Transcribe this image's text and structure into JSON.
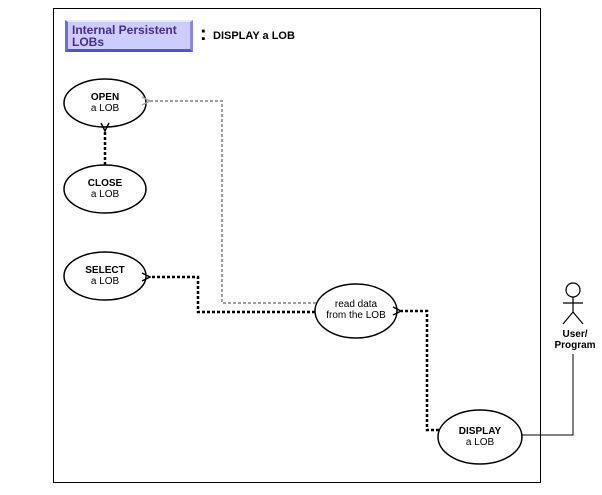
{
  "header": {
    "category_line1": "Internal Persistent",
    "category_line2": "LOBs",
    "separator": ":",
    "title": "DISPLAY a LOB"
  },
  "use_cases": {
    "open": {
      "line1": "OPEN",
      "line2": "a LOB"
    },
    "close": {
      "line1": "CLOSE",
      "line2": "a LOB"
    },
    "select": {
      "line1": "SELECT",
      "line2": "a LOB"
    },
    "read": {
      "line1": "read data",
      "line2": "from the LOB"
    },
    "display": {
      "line1": "DISPLAY",
      "line2": "a LOB"
    }
  },
  "actor": {
    "line1": "User/",
    "line2": "Program"
  },
  "colors": {
    "dependency_line": "#000000",
    "optional_line": "#a0a0a0",
    "title_fill": "#ccccff",
    "title_text": "#4b2a8a"
  }
}
